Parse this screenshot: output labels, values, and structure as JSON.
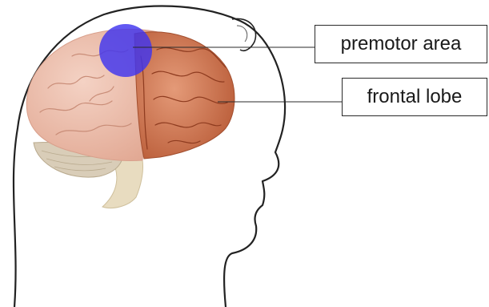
{
  "labels": {
    "premotor_area": "premotor area",
    "frontal_lobe": "frontal lobe"
  },
  "colors": {
    "highlight": "#3f34ef",
    "skin_outline": "#222222",
    "frontal_lobe": "#c9704e",
    "brain_rest": "#eebfae",
    "cerebellum": "#d9cdb8",
    "brainstem": "#e8dcc0"
  },
  "icons": {
    "marker": "circle"
  }
}
